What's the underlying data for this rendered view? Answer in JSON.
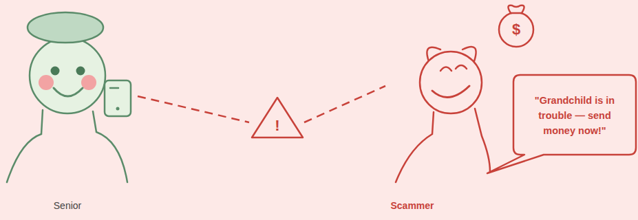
{
  "diagram": {
    "nodes": [
      {
        "text": [
          "Senior"
        ]
      },
      {
        "text": [
          "!"
        ]
      },
      {
        "text": [
          "Scammer"
        ]
      },
      {
        "text": [
          "$"
        ]
      },
      {
        "text": [
          "\"Grandchild is in trouble — send money now!\""
        ]
      }
    ],
    "edges": [
      {
        "from": 0,
        "to": 1,
        "arrow": "none"
      },
      {
        "from": 1,
        "to": 2,
        "arrow": "none"
      }
    ]
  }
}
